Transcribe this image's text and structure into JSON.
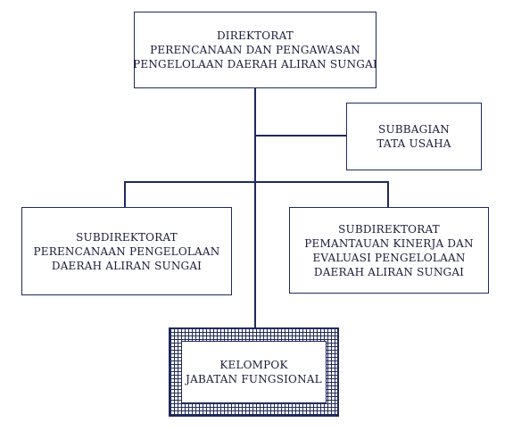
{
  "direktorat": {
    "lines": [
      "DIREKTORAT",
      "PERENCANAAN DAN PENGAWASAN",
      "PENGELOLAAN DAERAH ALIRAN SUNGAI"
    ]
  },
  "subbagian": {
    "lines": [
      "SUBBAGIAN",
      "TATA USAHA"
    ]
  },
  "subdirektorat_1": {
    "lines": [
      "SUBDIREKTORAT",
      "PERENCANAAN PENGELOLAAN",
      "DAERAH ALIRAN SUNGAI"
    ]
  },
  "subdirektorat_2": {
    "lines": [
      "SUBDIREKTORAT",
      "PEMANTAUAN KINERJA DAN",
      "EVALUASI PENGELOLAAN",
      "DAERAH ALIRAN SUNGAI"
    ]
  },
  "kelompok": {
    "lines": [
      "KELOMPOK",
      "JABATAN FUNGSIONAL"
    ]
  }
}
